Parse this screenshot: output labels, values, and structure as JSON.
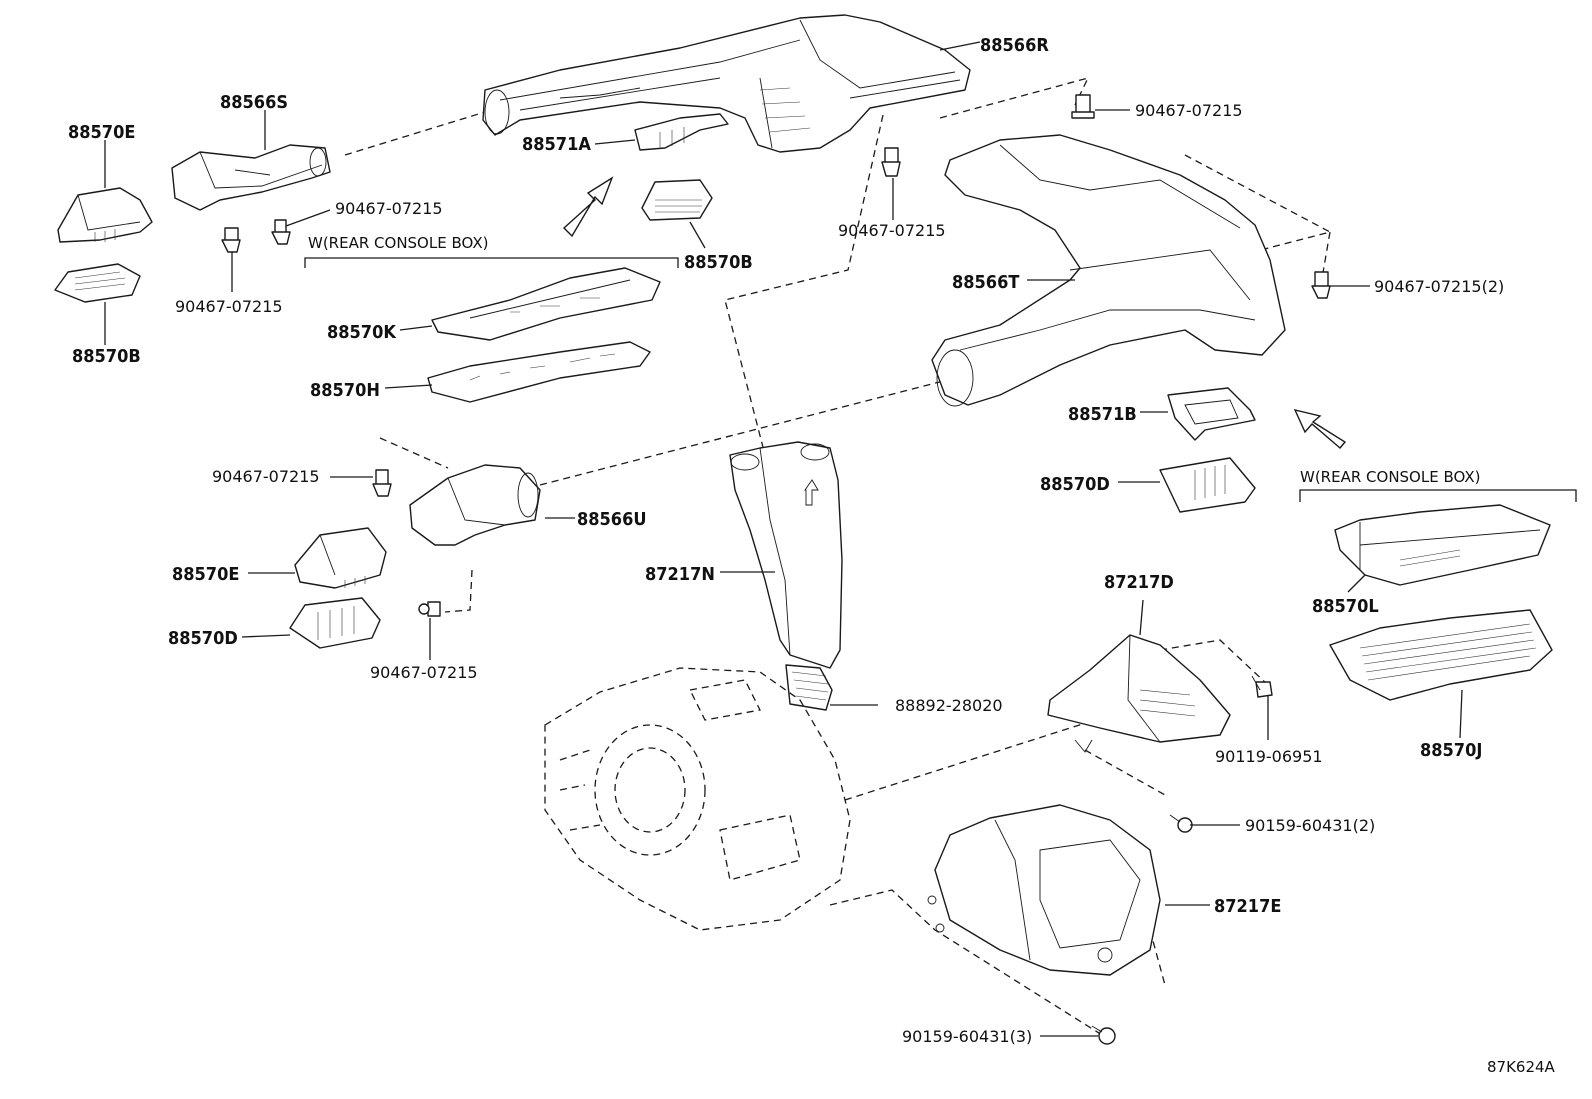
{
  "labels": {
    "p88566R": "88566R",
    "p88566S": "88566S",
    "p88570E_top": "88570E",
    "p88570B_left": "88570B",
    "p88571A": "88571A",
    "p88570B_mid": "88570B",
    "p88570K": "88570K",
    "p88570H": "88570H",
    "p88566T": "88566T",
    "p88571B": "88571B",
    "p88570D_right": "88570D",
    "p88570L": "88570L",
    "p88570J": "88570J",
    "p88566U": "88566U",
    "p88570E_low": "88570E",
    "p88570D_low": "88570D",
    "p87217N": "87217N",
    "p88892": "88892-28020",
    "p87217D": "87217D",
    "p87217E": "87217E",
    "clip_top_right": "90467-07215",
    "clip_center": "90467-07215",
    "clip_88566S_a": "90467-07215",
    "clip_88566S_b": "90467-07215",
    "clip_right_2": "90467-07215(2)",
    "clip_left_mid": "90467-07215",
    "clip_low": "90467-07215",
    "bolt_90119": "90119-06951",
    "bolt_90159_2": "90159-60431(2)",
    "bolt_90159_3": "90159-60431(3)"
  },
  "notes": {
    "rear_console_left": "W(REAR CONSOLE BOX)",
    "rear_console_right": "W(REAR CONSOLE BOX)"
  },
  "diagram_code": "87K624A"
}
